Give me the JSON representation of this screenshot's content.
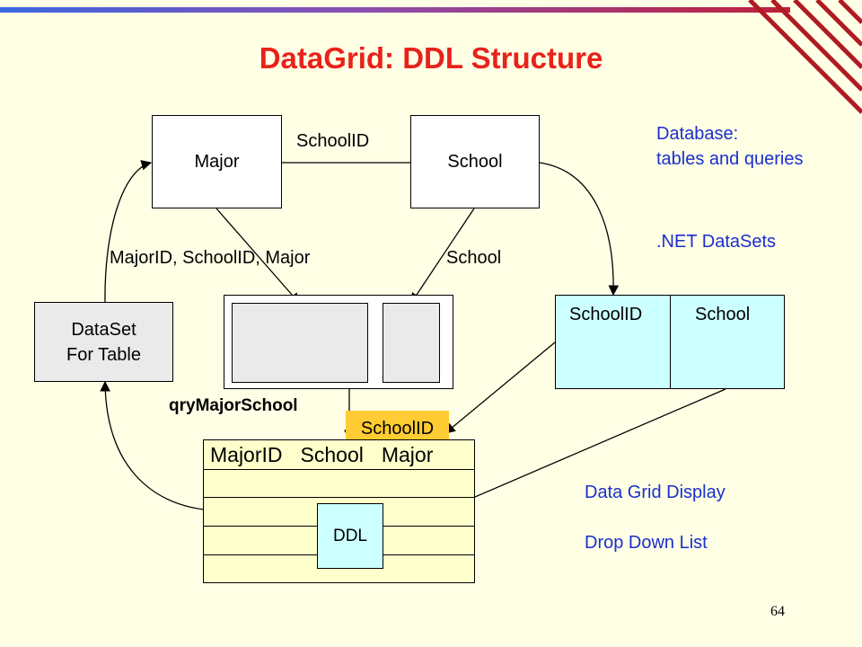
{
  "title": "DataGrid: DDL Structure",
  "tables": {
    "major": "Major",
    "school": "School"
  },
  "relation_label": "SchoolID",
  "flow_labels": {
    "major_fields": "MajorID, SchoolID, Major",
    "school_field": "School",
    "query_name": "qryMajorSchool"
  },
  "dataset_box": {
    "line1": "DataSet",
    "line2": "For Table"
  },
  "school_dataset": {
    "col1": "SchoolID",
    "col2": "School"
  },
  "key_badge": "SchoolID",
  "datagrid": {
    "col1": "MajorID",
    "col2": "School",
    "col3": "Major"
  },
  "ddl_label": "DDL",
  "notes": {
    "database_line1": "Database:",
    "database_line2": "tables and queries",
    "datasets": ".NET DataSets",
    "grid_display": "Data Grid Display",
    "drop_down": "Drop Down List"
  },
  "page_number": "64",
  "colors": {
    "title": "#E8221B",
    "note_text": "#1A2FCC",
    "background": "#FFFFE6",
    "dataset_fill": "#CCFFFF",
    "badge_fill": "#FFCC33",
    "grey_fill": "#EAEAEA"
  }
}
